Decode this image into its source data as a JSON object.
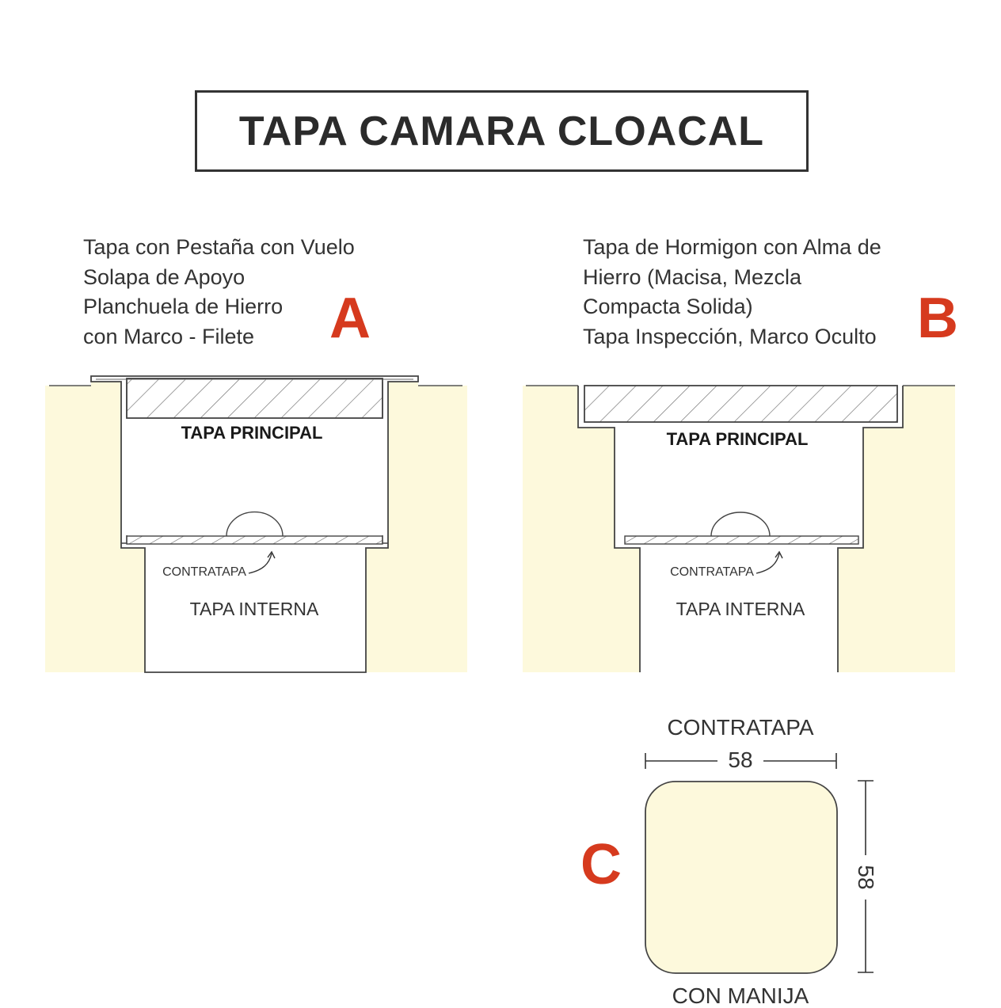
{
  "title": "TAPA CAMARA CLOACAL",
  "section_a": {
    "letter": "A",
    "description": [
      "Tapa con Pestaña con Vuelo",
      "Solapa de Apoyo",
      "Planchuela de Hierro",
      "con Marco - Filete"
    ],
    "label_main_lid": "TAPA PRINCIPAL",
    "label_counter_lid": "CONTRATAPA",
    "label_inner_lid": "TAPA INTERNA"
  },
  "section_b": {
    "letter": "B",
    "description": [
      "Tapa de Hormigon con Alma de",
      "Hierro (Macisa, Mezcla",
      "Compacta Solida)",
      "Tapa Inspección, Marco Oculto"
    ],
    "label_main_lid": "TAPA PRINCIPAL",
    "label_counter_lid": "CONTRATAPA",
    "label_inner_lid": "TAPA INTERNA"
  },
  "section_c": {
    "letter": "C",
    "title": "CONTRATAPA",
    "width_dim": "58",
    "height_dim": "58",
    "bottom_label": "CON MANIJA"
  },
  "colors": {
    "soil": "#fdf9dc",
    "letter_accent": "#d63a1e",
    "line": "#444444"
  }
}
